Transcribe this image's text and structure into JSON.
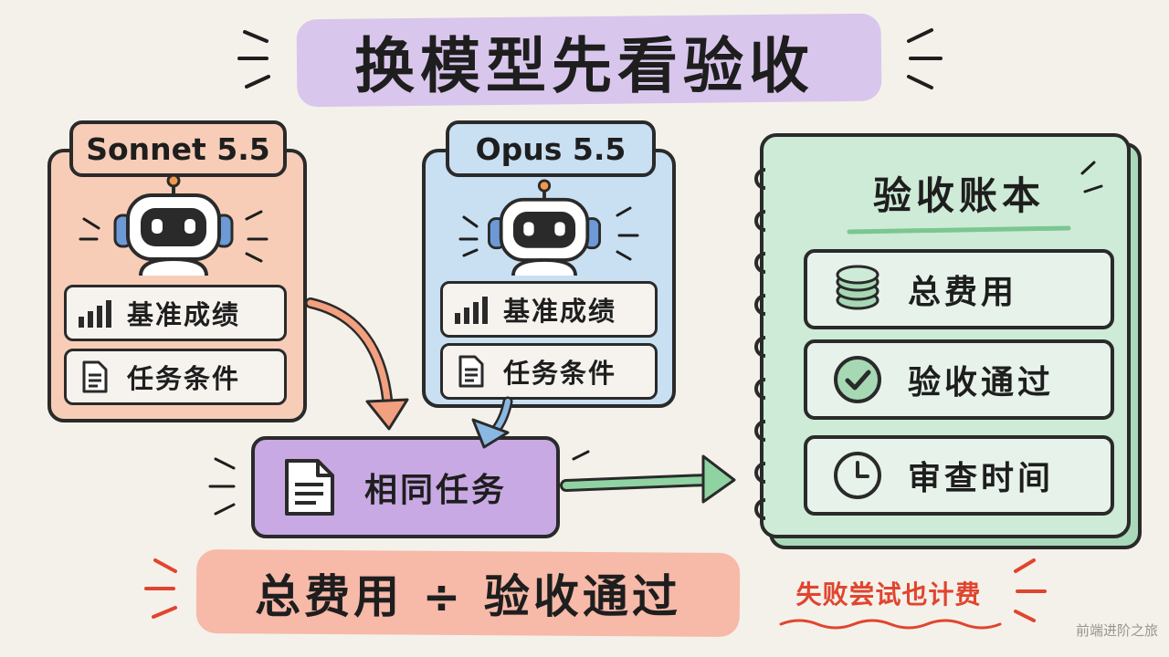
{
  "title": "换模型先看验收",
  "models": [
    {
      "name": "Sonnet 5.5",
      "rows": [
        {
          "icon": "bar-chart-icon",
          "label": "基准成绩"
        },
        {
          "icon": "document-icon",
          "label": "任务条件"
        }
      ]
    },
    {
      "name": "Opus 5.5",
      "rows": [
        {
          "icon": "bar-chart-icon",
          "label": "基准成绩"
        },
        {
          "icon": "document-icon",
          "label": "任务条件"
        }
      ]
    }
  ],
  "same_task": {
    "icon": "document-icon",
    "label": "相同任务"
  },
  "ledger": {
    "title": "验收账本",
    "items": [
      {
        "icon": "coin-stack-icon",
        "label": "总费用"
      },
      {
        "icon": "check-circle-icon",
        "label": "验收通过"
      },
      {
        "icon": "clock-icon",
        "label": "审查时间"
      }
    ]
  },
  "formula": "总费用 ÷ 验收通过",
  "note": "失败尝试也计费",
  "watermark": "前端进阶之旅",
  "colors": {
    "background": "#f4f1ea",
    "sonnet": "#f7cdb8",
    "opus": "#c9dff2",
    "same_task": "#c8a9e3",
    "ledger": "#cdebd6",
    "title_highlight": "#d9c6ec",
    "formula_highlight": "#f7b9a8",
    "note": "#e0452f",
    "outline": "#2a2a2a"
  }
}
